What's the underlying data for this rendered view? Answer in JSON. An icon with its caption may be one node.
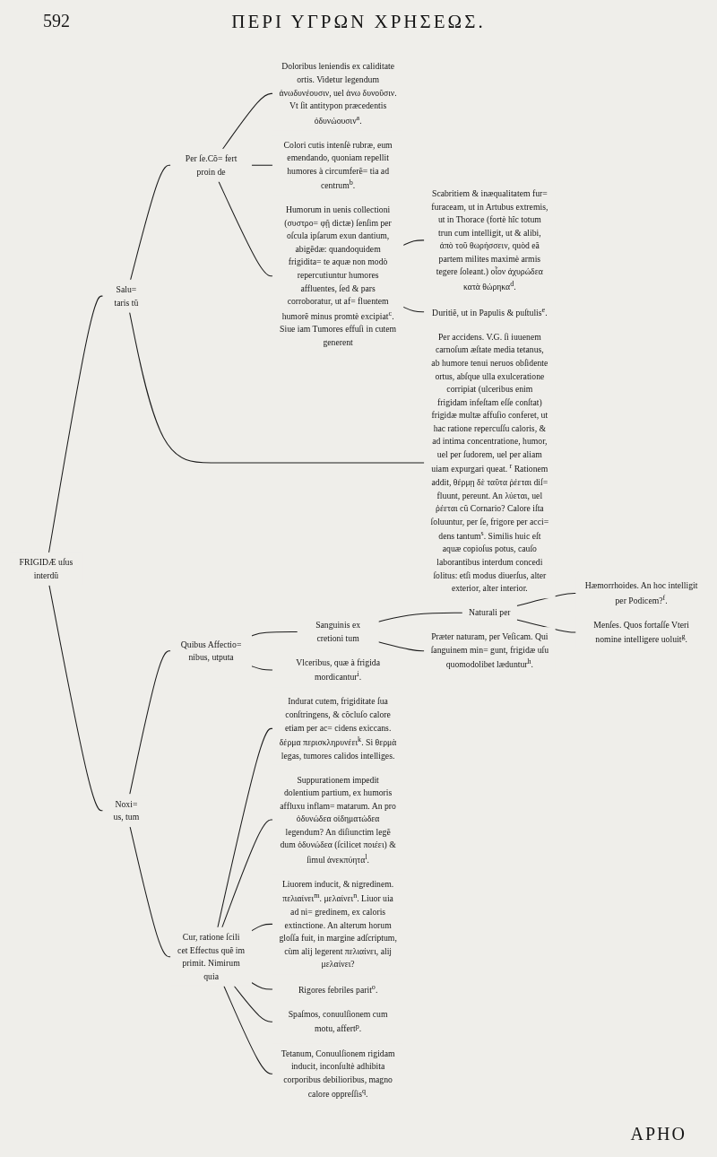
{
  "diagram": {
    "title": "ΠΕΡΙ ΥΓΡΩΝ ΧΡΗΣΕΩΣ.",
    "nodes": [
      {
        "text": [
          "FRIGIDÆ uſus interdũ"
        ]
      },
      {
        "text": [
          "Salu= taris tũ"
        ]
      },
      {
        "text": [
          "Per ſe.Cõ= fert proin de"
        ]
      },
      {
        "text": [
          "Doloribus leniendis ex caliditate ortis. Videtur legendum ἀνωδυνέουσιν, uel ἀνω δυνοῦσιν. Vt ſit antitypon præcedentis ὀδυνώουσιν$^{a}$."
        ]
      },
      {
        "text": [
          "Colori cutis intenſè rubræ, eum emendando, quoniam repellit humores à circumferẽ= tia ad centrum$^{b}$."
        ]
      },
      {
        "text": [
          "Humorum in uenis collectioni (συστρο= φῇ dictæ) ſenſim per oſcula ipſarum exun dantium, abigẽdæ: quandoquidem frigidita= te aquæ non modò repercutiuntur humores affluentes, ſed & pars corroboratur, ut af= fluentem humorẽ minus promtè excipiat$^{c}$. Siue iam Tumores effuſi in cutem generent"
        ]
      },
      {
        "text": [
          "Scabritiem & inæqualitatem fur= furaceam, ut in Artubus extremis, ut in Thorace (fortè hîc totum trun cum intelligit, ut & alibi, ἀπὸ τοῦ θωρήσσειν, quòd eã partem milites maximè armis tegere ſoleant.) οἷον ἀχυρώδεα κατὰ θώρηκα$^{d}$."
        ]
      },
      {
        "text": [
          "Duritiẽ, ut in Papulis & puſtulis$^{e}$."
        ]
      },
      {
        "text": [
          "Per accidens. V.G. ſi iuuenem carnoſum æſtate media tetanus, ab humore tenui neruos obſidente ortus, abſque ulla exulceratione corripiat (ulceribus enim frigidam infeſtam eſſe conſtat) frigidæ multæ affuſio conferet, ut hac ratione repercuſſu caloris, & ad intima concentratione, humor, uel per ſudorem, uel per aliam uiam expurgari queat. $^{r}$ Rationem addit, θέρμῃ δὲ ταῦτα ῥέεται diſ= fluunt, pereunt. An λύεται, uel ῥέεται cũ Cornario? Calore iſta ſoluuntur, per ſe, frigore per acci= dens tantum$^{s}$. Similis huic eſt aquæ copioſus potus, cauſo laborantibus interdum concedi ſolitus: etſi modus diuerſus, alter exterior, alter interior."
        ]
      },
      {
        "text": [
          "Noxi= us, tum"
        ]
      },
      {
        "text": [
          "Quibus Affectio= nibus, utputa"
        ]
      },
      {
        "text": [
          "Sanguinis ex cretioni tum"
        ]
      },
      {
        "text": [
          "Naturali per"
        ]
      },
      {
        "text": [
          "Hæmorrhoides. An hoc intelligit per Podicem?$^{f}$."
        ]
      },
      {
        "text": [
          "Menſes. Quos fortaſſe Vteri nomine intelligere uoluit$^{g}$."
        ]
      },
      {
        "text": [
          "Præter naturam, per Veſicam. Qui ſanguinem min= gunt, frigidæ uſu quomodolibet læduntur$^{h}$."
        ]
      },
      {
        "text": [
          "Vlceribus, quæ à frigida mordicantur$^{i}$."
        ]
      },
      {
        "text": [
          "Cur, ratione ſcili cet Effectus quẽ im primit. Nimirum quia"
        ]
      },
      {
        "text": [
          "Indurat cutem, frigiditate ſua conſtringens, & cõcluſo calore etiam per ac= cidens exiccans. δέρμα περισκληρυνέει$^{k}$. Si θερμὰ legas, tumores calidos intelliges."
        ]
      },
      {
        "text": [
          "Suppurationem impedit dolentium partium, ex humoris affluxu inflam= matarum. An pro ὀδυνώδεα οἰδηματώδεα legendum? An diſiunctim legẽ dum ὀδυνώδεα (ſcilicet ποιέει) & ſimul ἀνεκπύητα$^{l}$."
        ]
      },
      {
        "text": [
          "Liuorem inducit, & nigredinem. πελιαίνει$^{m}$. μελαίνει$^{n}$. Liuor uia ad ni= gredinem, ex caloris extinctione. An alterum horum gloſſa fuit, in margine adſcriptum, cùm alij legerent πελιαίνει, alij μελαίνει?"
        ]
      },
      {
        "text": [
          "Rigores febriles parit$^{o}$."
        ]
      },
      {
        "text": [
          "Spaſmos, conuulſionem cum motu, affert$^{p}$."
        ]
      },
      {
        "text": [
          "Tetanum, Conuulſionem rigidam inducit, inconſultè adhibita corporibus debilioribus, magno calore oppreſſis$^{q}$."
        ]
      }
    ],
    "edges": [
      {
        "from": 0,
        "to": 1,
        "arrow": "none"
      },
      {
        "from": 0,
        "to": 9,
        "arrow": "none"
      },
      {
        "from": 1,
        "to": 2,
        "arrow": "none"
      },
      {
        "from": 1,
        "to": 8,
        "arrow": "none"
      },
      {
        "from": 2,
        "to": 3,
        "arrow": "none"
      },
      {
        "from": 2,
        "to": 4,
        "arrow": "none"
      },
      {
        "from": 2,
        "to": 5,
        "arrow": "none"
      },
      {
        "from": 5,
        "to": 6,
        "arrow": "none"
      },
      {
        "from": 5,
        "to": 7,
        "arrow": "none"
      },
      {
        "from": 9,
        "to": 10,
        "arrow": "none"
      },
      {
        "from": 9,
        "to": 17,
        "arrow": "none"
      },
      {
        "from": 10,
        "to": 11,
        "arrow": "none"
      },
      {
        "from": 10,
        "to": 16,
        "arrow": "none"
      },
      {
        "from": 11,
        "to": 12,
        "arrow": "none"
      },
      {
        "from": 11,
        "to": 15,
        "arrow": "none"
      },
      {
        "from": 12,
        "to": 13,
        "arrow": "none"
      },
      {
        "from": 12,
        "to": 14,
        "arrow": "none"
      },
      {
        "from": 17,
        "to": 18,
        "arrow": "none"
      },
      {
        "from": 17,
        "to": 19,
        "arrow": "none"
      },
      {
        "from": 17,
        "to": 20,
        "arrow": "none"
      },
      {
        "from": 17,
        "to": 21,
        "arrow": "none"
      },
      {
        "from": 17,
        "to": 22,
        "arrow": "none"
      },
      {
        "from": 17,
        "to": 23,
        "arrow": "none"
      }
    ],
    "labels": [
      "592",
      "APHO"
    ]
  }
}
